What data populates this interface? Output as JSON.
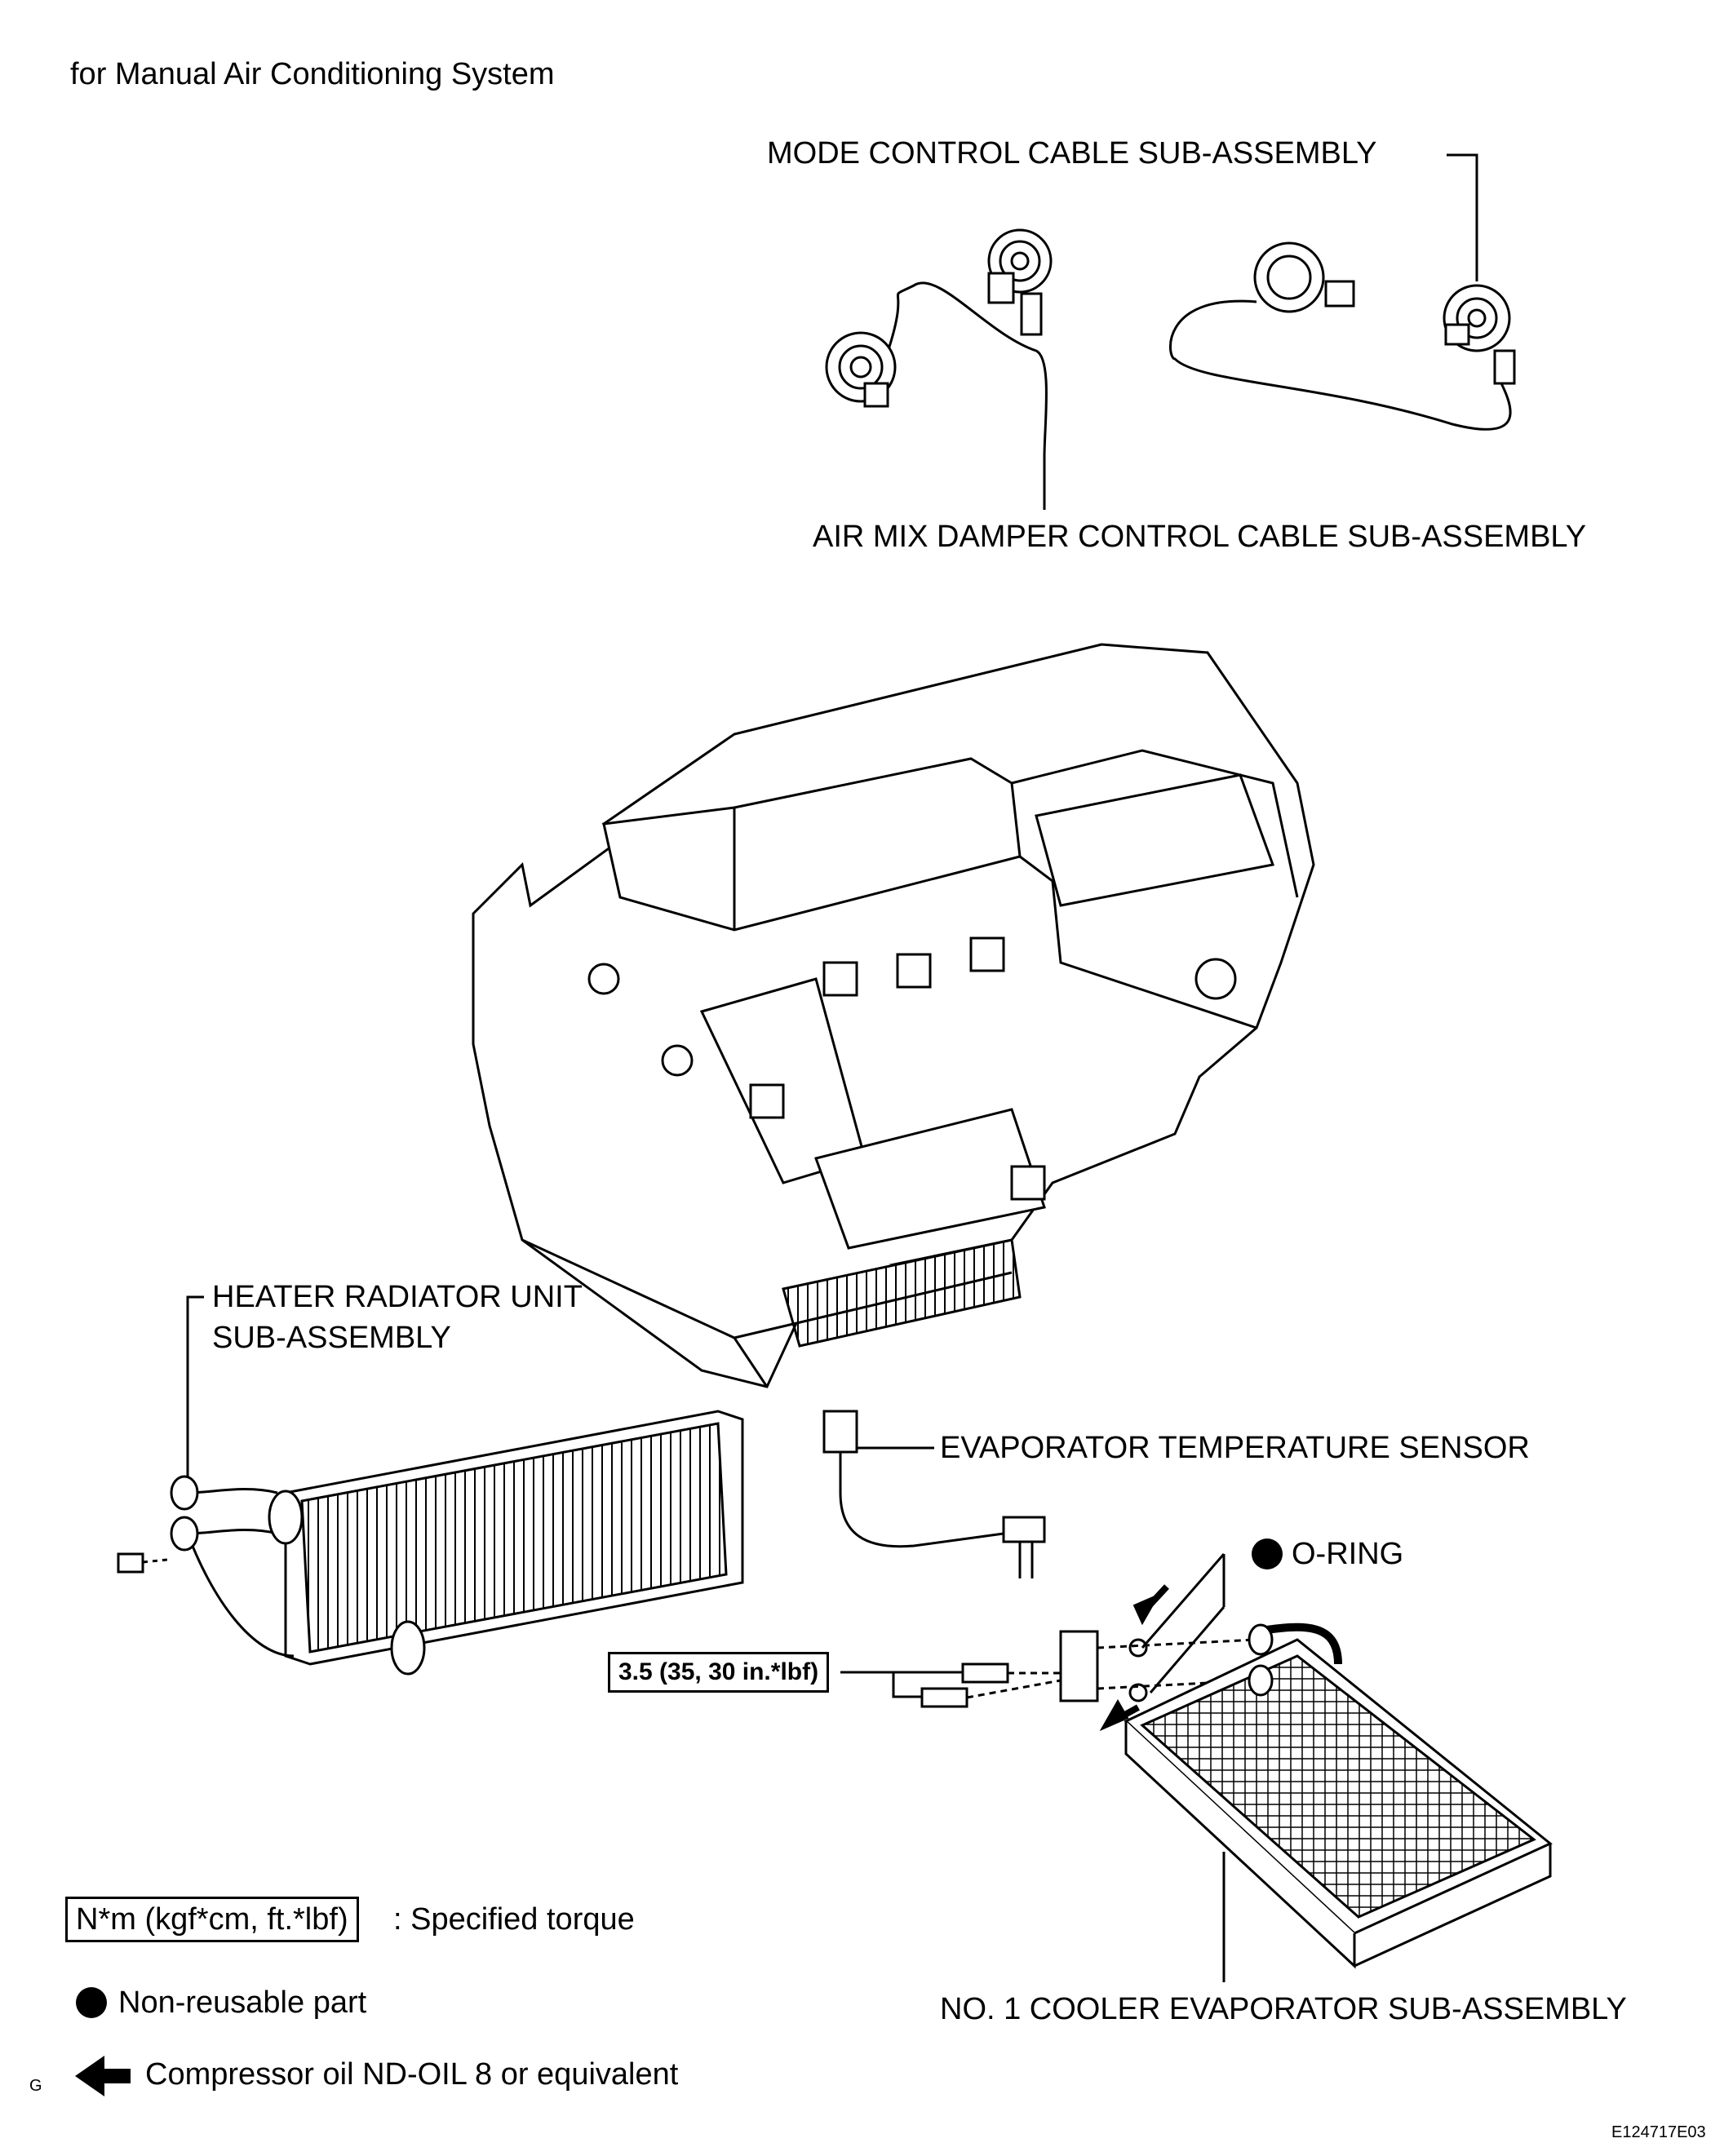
{
  "header": {
    "title": "for Manual Air Conditioning System"
  },
  "labels": {
    "mode_cable": "MODE CONTROL CABLE SUB-ASSEMBLY",
    "air_mix_cable": "AIR MIX DAMPER CONTROL CABLE SUB-ASSEMBLY",
    "heater_radiator_line1": "HEATER RADIATOR UNIT",
    "heater_radiator_line2": "SUB-ASSEMBLY",
    "evap_sensor": "EVAPORATOR TEMPERATURE SENSOR",
    "o_ring": "O-RING",
    "torque_value": "3.5 (35, 30 in.*lbf)",
    "cooler_evaporator": "NO. 1 COOLER EVAPORATOR SUB-ASSEMBLY"
  },
  "legend": {
    "torque_key": "N*m (kgf*cm, ft.*lbf)",
    "torque_desc": ": Specified torque",
    "non_reusable": "Non-reusable part",
    "compressor_oil": "Compressor oil ND-OIL 8 or equivalent"
  },
  "footer": {
    "left_mark": "G",
    "figure_id": "E124717E03"
  }
}
